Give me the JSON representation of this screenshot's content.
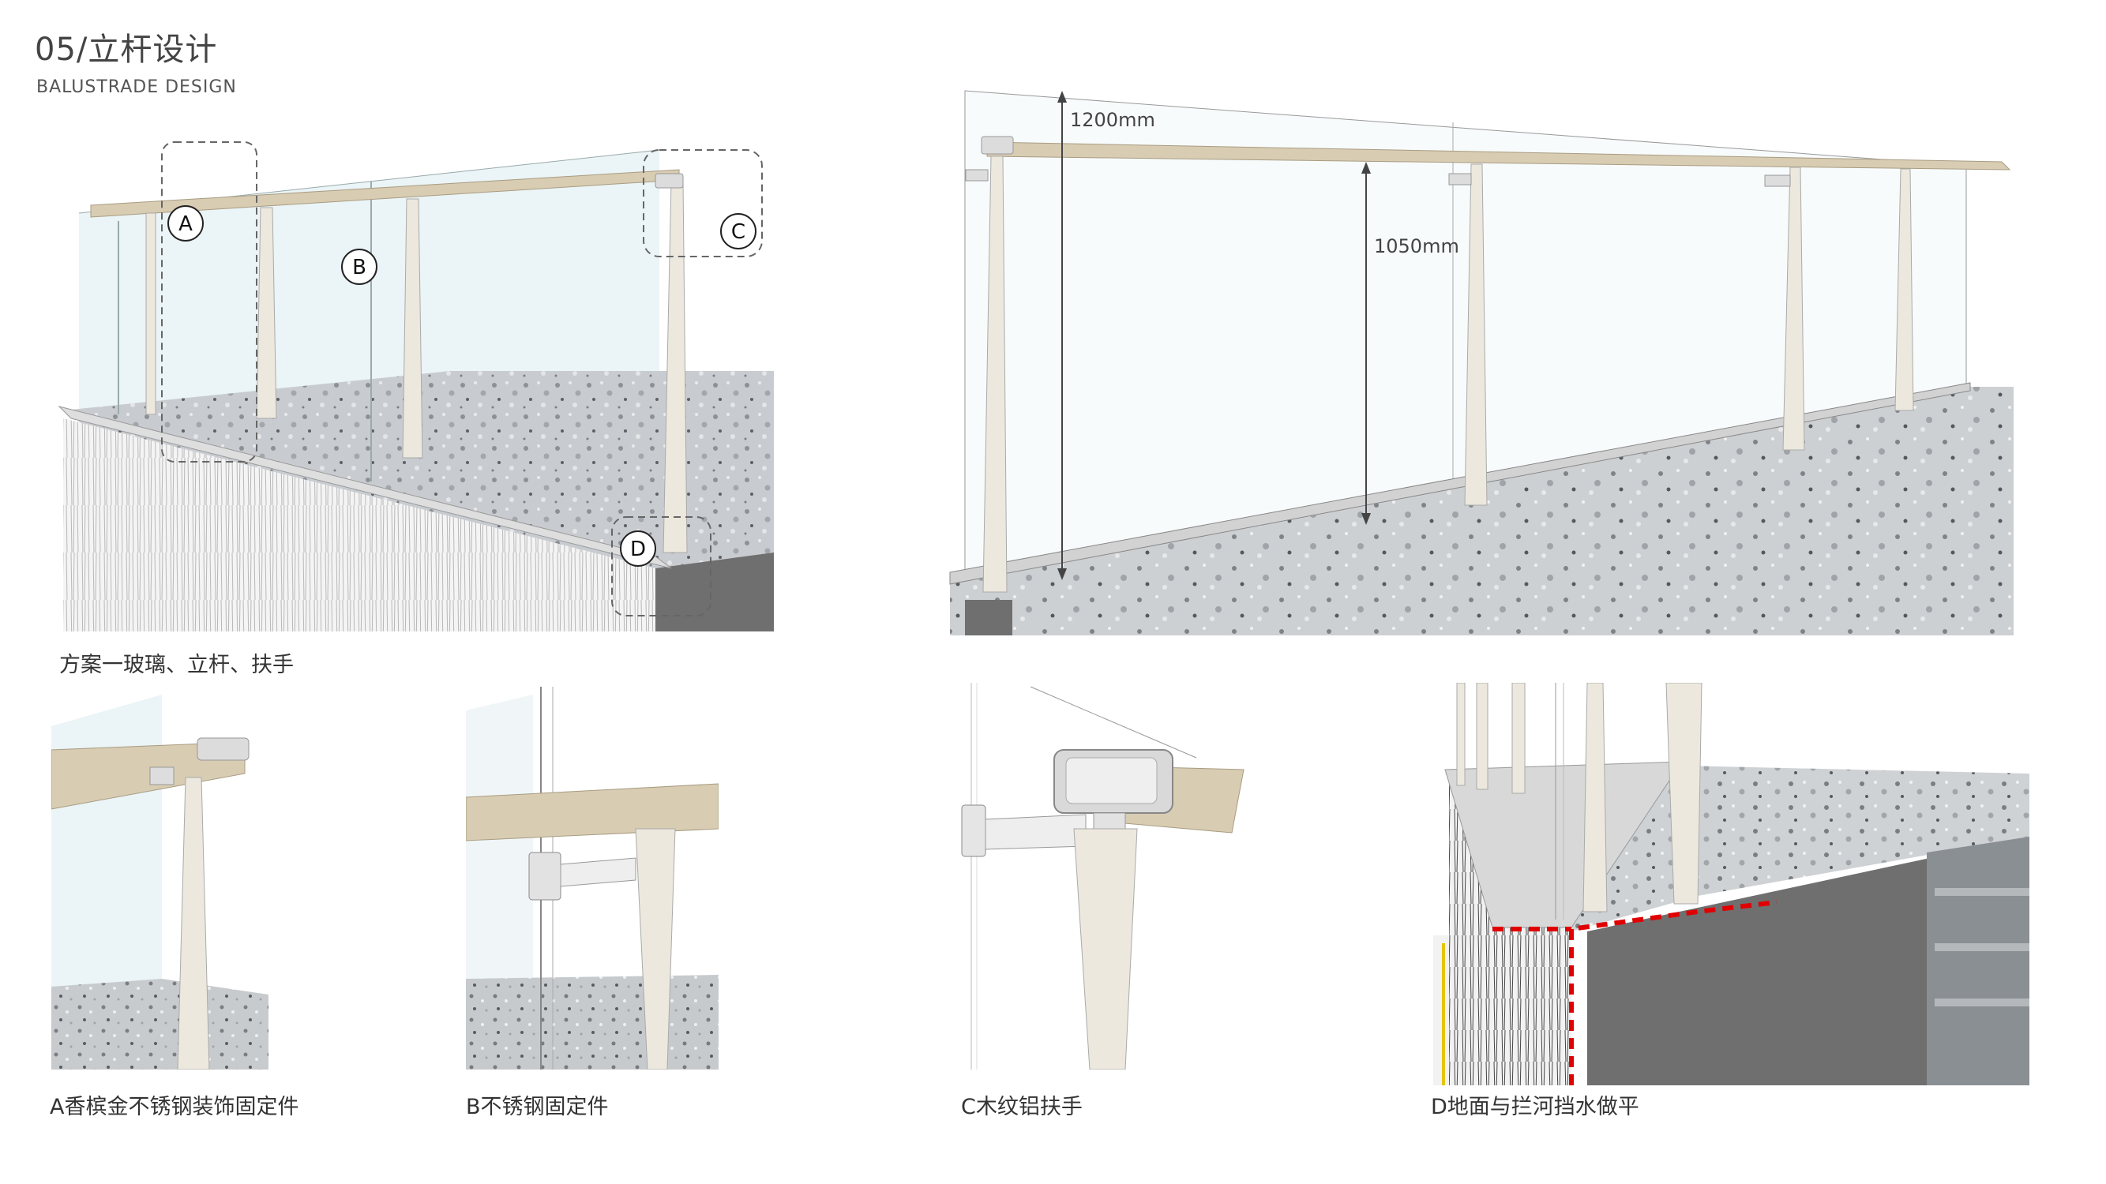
{
  "header": {
    "title": "05/立杆设计",
    "subtitle": "BALUSTRADE DESIGN"
  },
  "main_view": {
    "caption": "方案一玻璃、立杆、扶手",
    "markers": [
      "A",
      "B",
      "C",
      "D"
    ]
  },
  "elevation_view": {
    "dim_total": "1200mm",
    "dim_handrail": "1050mm"
  },
  "details": {
    "a_caption": "A香槟金不锈钢装饰固定件",
    "b_caption": "B不锈钢固定件",
    "c_caption": "C木纹铝扶手",
    "d_caption": "D地面与拦河挡水做平"
  },
  "colors": {
    "wood": "#d8ccb2",
    "post": "#ece8de",
    "glass": "#e6f1f4",
    "terrazzo": "#c9cdd0",
    "dark_face": "#6f6f6f",
    "waterline": "#e00000"
  }
}
